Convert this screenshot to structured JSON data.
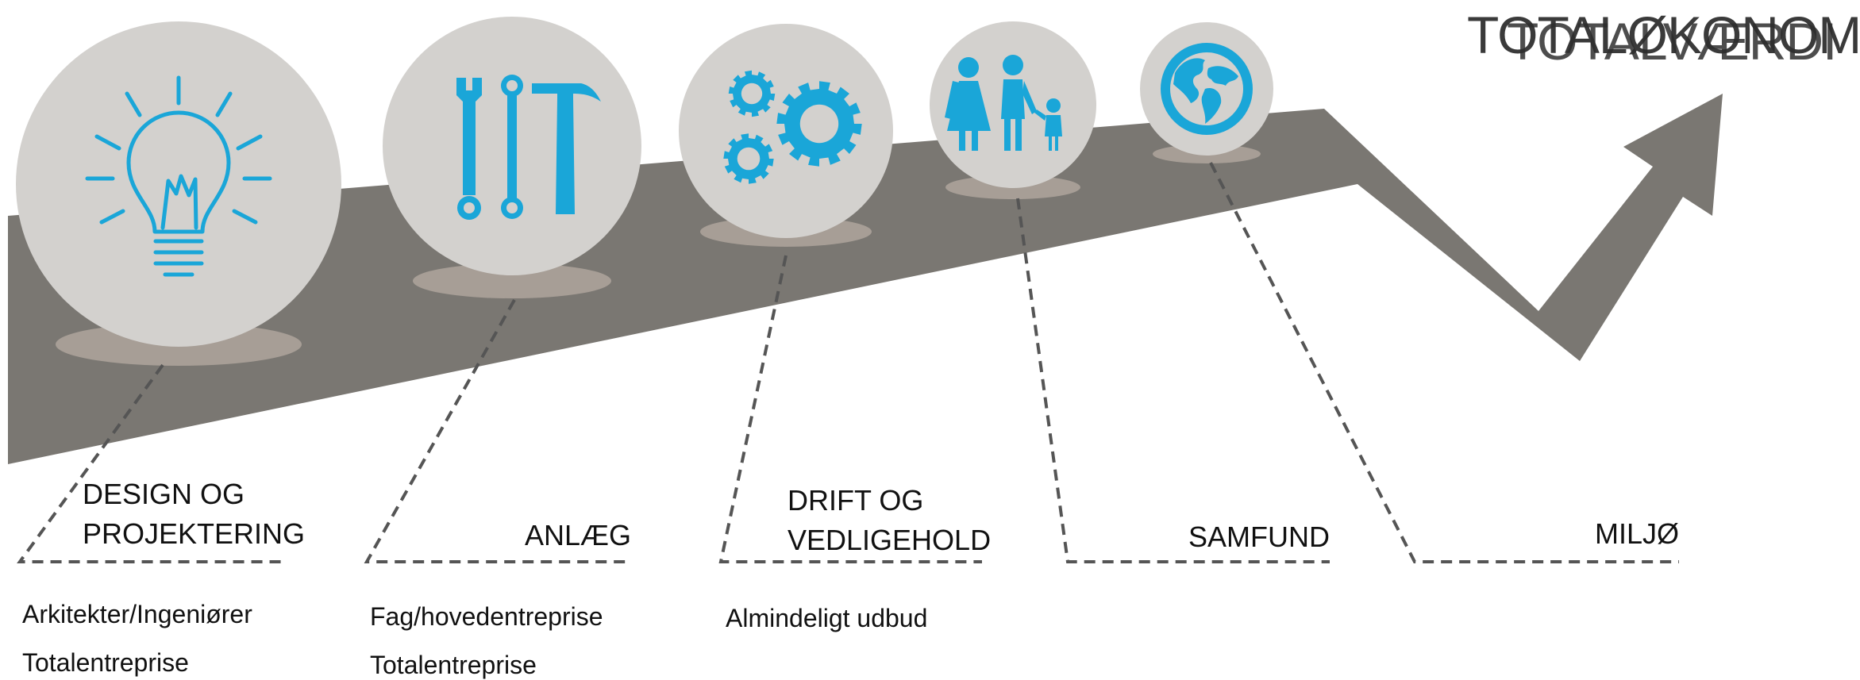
{
  "title": {
    "line_a": "TOTALØKONOMI",
    "line_b": "TOTALVÆRDI"
  },
  "colors": {
    "band": "#7a7772",
    "circle": "#d3d1ce",
    "shadow": "#a79e96",
    "icon": "#1aa6d8",
    "dash": "#555555"
  },
  "stages": [
    {
      "icon": "lightbulb-icon",
      "label_line1": "DESIGN OG",
      "label_line2": "PROJEKTERING",
      "subs": [
        "Arkitekter/Ingeniører",
        "Totalentreprise"
      ]
    },
    {
      "icon": "tools-icon",
      "label_line1": "ANLÆG",
      "subs": [
        "Fag/hovedentreprise",
        "Totalentreprise"
      ]
    },
    {
      "icon": "gears-icon",
      "label_line1": "DRIFT OG",
      "label_line2": "VEDLIGEHOLD",
      "subs": [
        "Almindeligt udbud"
      ]
    },
    {
      "icon": "family-icon",
      "label_line1": "SAMFUND"
    },
    {
      "icon": "globe-icon",
      "label_line1": "MILJØ"
    }
  ]
}
